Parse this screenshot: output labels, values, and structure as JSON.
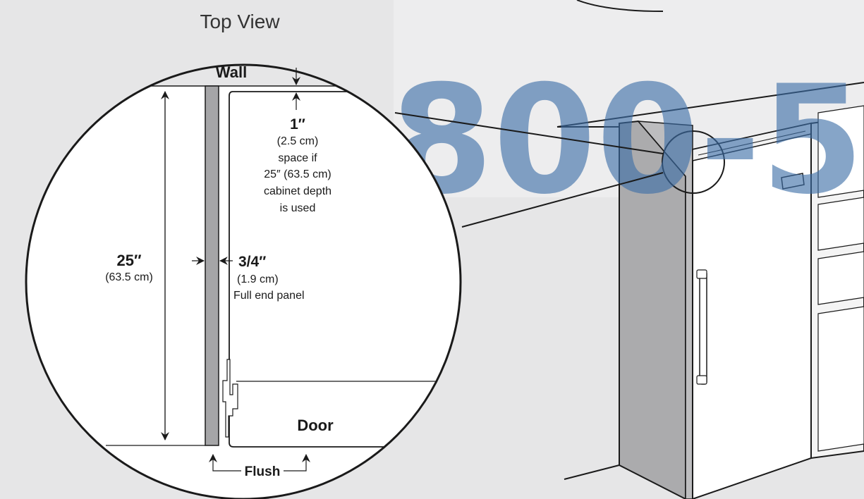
{
  "diagram": {
    "title": "Top View",
    "wall_label": "Wall",
    "gap_value": "1″",
    "gap_metric": "(2.5 cm)",
    "gap_note_lines": [
      "space if",
      "25″ (63.5 cm)",
      "cabinet depth",
      "is used"
    ],
    "depth_value": "25″",
    "depth_metric": "(63.5 cm)",
    "panel_value": "3/4″",
    "panel_metric": "(1.9 cm)",
    "panel_note": "Full end panel",
    "door_label": "Door",
    "flush_label": "Flush",
    "watermark_text": "800-5"
  },
  "colors": {
    "background": "#e6e6e7",
    "lighter_panel": "#ededee",
    "end_panel": "#a5a5a7",
    "line": "#1a1a1a",
    "watermark": "#3d6fa8"
  }
}
